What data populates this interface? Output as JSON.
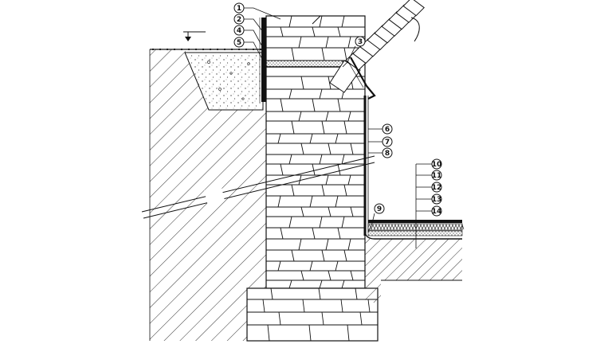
{
  "diagram": {
    "callouts_left": [
      "1",
      "2",
      "4",
      "5"
    ],
    "callouts_top": [
      "3"
    ],
    "callouts_right_wall": [
      "6",
      "7",
      "8"
    ],
    "callouts_floor": [
      "9"
    ],
    "callouts_right_stack": [
      "10",
      "11",
      "12",
      "13",
      "14"
    ]
  },
  "colors": {
    "line": "#111111",
    "hatch": "#333333",
    "background": "#ffffff"
  }
}
